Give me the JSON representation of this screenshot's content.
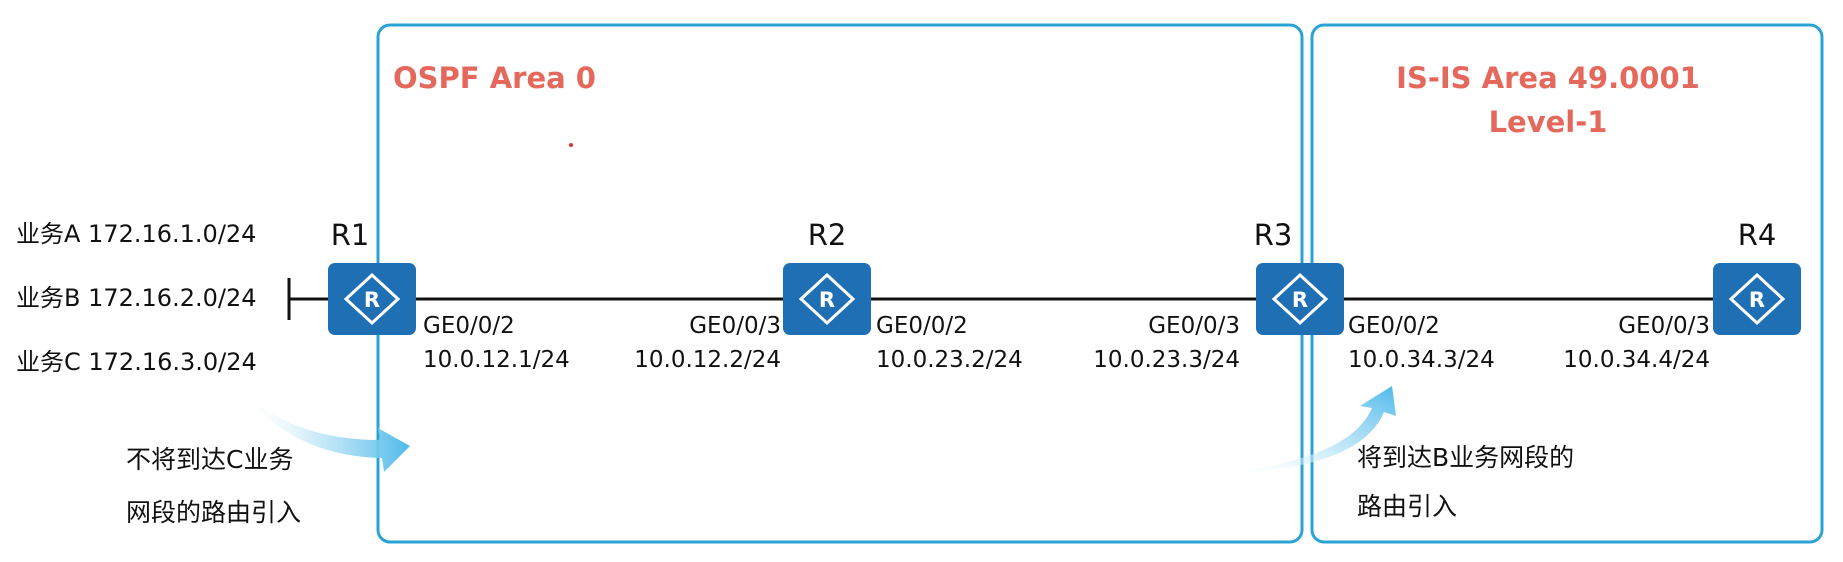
{
  "areas": {
    "ospf": {
      "title": "OSPF Area 0"
    },
    "isis": {
      "title_line1": "IS-IS Area 49.0001",
      "title_line2": "Level-1"
    }
  },
  "routers": {
    "r1": {
      "name": "R1",
      "icon": "router-icon"
    },
    "r2": {
      "name": "R2",
      "icon": "router-icon"
    },
    "r3": {
      "name": "R3",
      "icon": "router-icon"
    },
    "r4": {
      "name": "R4",
      "icon": "router-icon"
    }
  },
  "interfaces": {
    "r1_ge002": {
      "name": "GE0/0/2",
      "ip": "10.0.12.1/24"
    },
    "r2_ge003": {
      "name": "GE0/0/3",
      "ip": "10.0.12.2/24"
    },
    "r2_ge002": {
      "name": "GE0/0/2",
      "ip": "10.0.23.2/24"
    },
    "r3_ge003": {
      "name": "GE0/0/3",
      "ip": "10.0.23.3/24"
    },
    "r3_ge002": {
      "name": "GE0/0/2",
      "ip": "10.0.34.3/24"
    },
    "r4_ge003": {
      "name": "GE0/0/3",
      "ip": "10.0.34.4/24"
    }
  },
  "services": [
    {
      "label": "业务A 172.16.1.0/24"
    },
    {
      "label": "业务B 172.16.2.0/24"
    },
    {
      "label": "业务C 172.16.3.0/24"
    }
  ],
  "notes": {
    "left": {
      "line1": "不将到达C业务",
      "line2": "网段的路由引入"
    },
    "right": {
      "line1": "将到达B业务网段的",
      "line2": "路由引入"
    }
  },
  "colors": {
    "area_border": "#2aa3d4",
    "area_title": "#e5685c",
    "router": "#1e6fb4",
    "arrow": "#7ccbf0"
  }
}
